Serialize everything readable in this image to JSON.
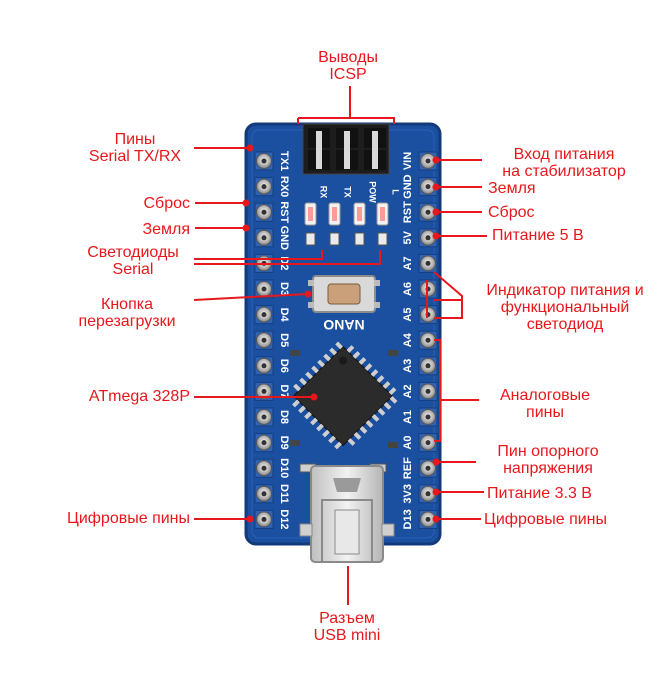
{
  "colors": {
    "label": "#e8171c",
    "board": "#1b4fa0",
    "board_edge": "#123a7a",
    "pin": "#c9c9c9",
    "chip": "#2a2a2a",
    "usb": "#d6d6d6"
  },
  "board": {
    "silk_left": [
      "TX1",
      "RX0",
      "RST",
      "GND",
      "D2",
      "D3",
      "D4",
      "D5",
      "D6",
      "D7",
      "D8",
      "D9",
      "D10",
      "D11",
      "D12"
    ],
    "silk_right": [
      "VIN",
      "GND",
      "RST",
      "5V",
      "A7",
      "A6",
      "A5",
      "A4",
      "A3",
      "A2",
      "A1",
      "A0",
      "REF",
      "3V3",
      "D13"
    ],
    "silk_led": [
      "RX",
      "TX",
      "POW",
      "L"
    ],
    "nano_text": "NANO"
  },
  "labels": {
    "icsp": [
      "Выводы",
      "ICSP"
    ],
    "serial_pins": [
      "Пины",
      "Serial TX/RX"
    ],
    "reset_left": "Сброс",
    "ground_left": "Земля",
    "serial_leds": [
      "Светодиоды",
      "Serial"
    ],
    "reset_button": [
      "Кнопка",
      "перезагрузки"
    ],
    "atmega": "ATmega 328P",
    "digital_left": "Цифровые пины",
    "vin": [
      "Вход питания",
      "на стабилизатор"
    ],
    "ground_right": "Земля",
    "reset_right": "Сброс",
    "power_5v": "Питание 5 В",
    "power_led": [
      "Индикатор питания и",
      "функциональный",
      "светодиод"
    ],
    "analog": [
      "Аналоговые",
      "пины"
    ],
    "aref": [
      "Пин опорного",
      "напряжения"
    ],
    "power_33": "Питание 3.3 В",
    "digital_right": "Цифровые пины",
    "usb": [
      "Разъем",
      "USB mini"
    ]
  }
}
